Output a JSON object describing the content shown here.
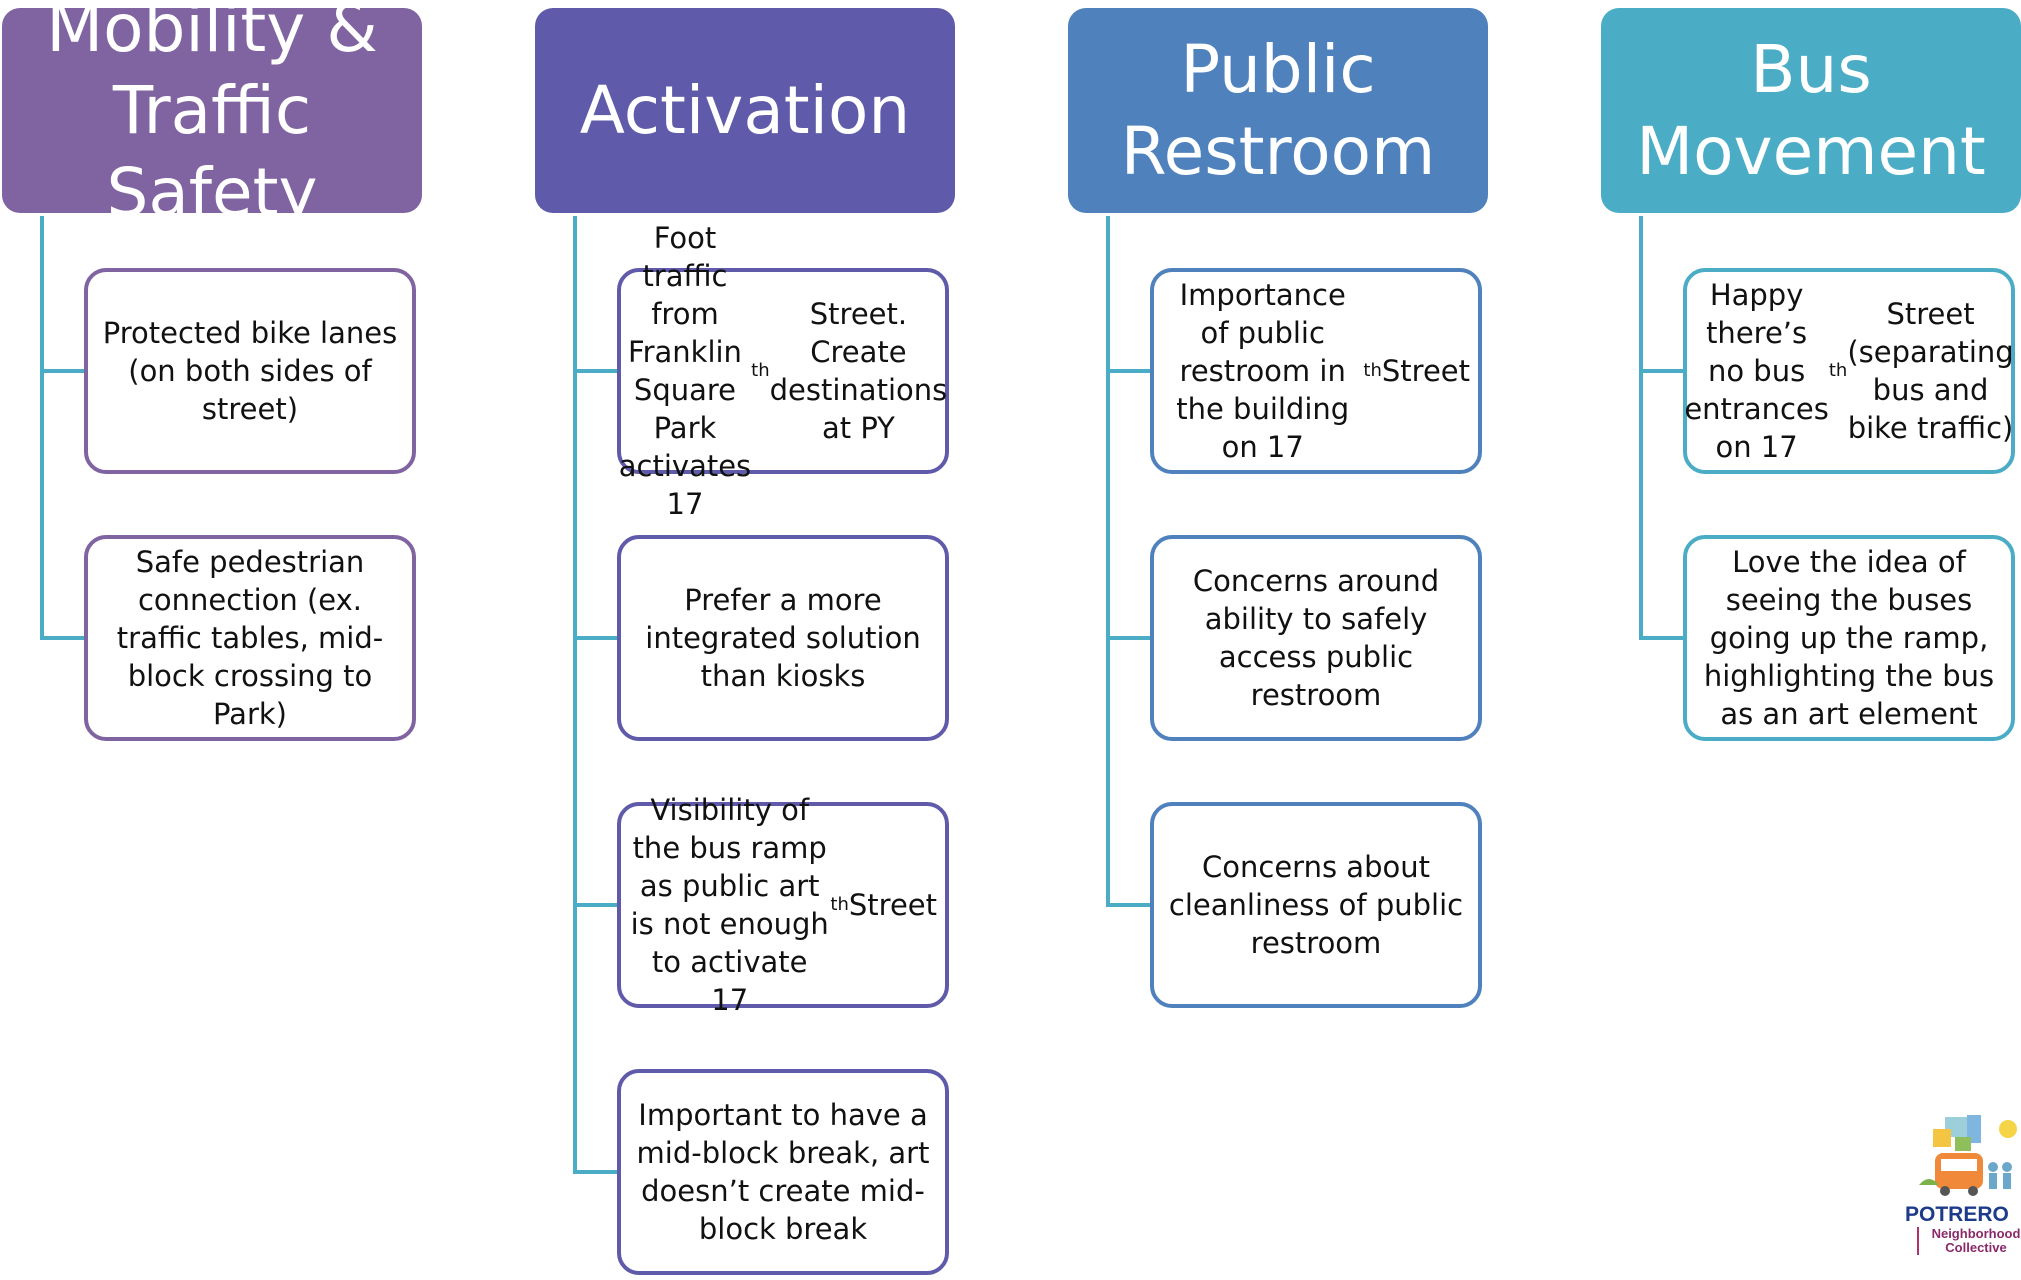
{
  "columns": [
    {
      "title": "Mobility &\nTraffic Safety",
      "color": "#8064A2",
      "cards": [
        {
          "html": "Protected bike lanes (on both sides of street)"
        },
        {
          "html": "Safe pedestrian connection (ex. traffic tables, mid-block crossing to Park)"
        }
      ]
    },
    {
      "title": "Activation",
      "color": "#5F5BAA",
      "cards": [
        {
          "html": "Foot traffic from Franklin Square Park activates 17<sup>th</sup> Street. Create destinations at PY"
        },
        {
          "html": "Prefer a more integrated solution than kiosks"
        },
        {
          "html": "Visibility of the bus ramp as public art is not enough to activate 17<sup>th</sup> Street"
        },
        {
          "html": "Important to have a mid-block break, art doesn’t create mid-block break"
        }
      ]
    },
    {
      "title": "Public\nRestroom",
      "color": "#4F81BD",
      "cards": [
        {
          "html": "Importance of public restroom in the building on 17<sup>th</sup> Street"
        },
        {
          "html": "Concerns around ability to safely access public restroom"
        },
        {
          "html": "Concerns about cleanliness of public restroom"
        }
      ]
    },
    {
      "title": "Bus\nMovement",
      "color": "#4BACC6",
      "cards": [
        {
          "html": "Happy there’s no bus entrances on 17<sup>th</sup> Street (separating bus and bike traffic)"
        },
        {
          "html": "Love the idea of seeing the buses going up the ramp, highlighting the bus as an art element"
        }
      ]
    }
  ],
  "connector_color": "#4BACC6",
  "logo": {
    "name": "POTRERO",
    "subtitle": "Neighborhood Collective"
  }
}
